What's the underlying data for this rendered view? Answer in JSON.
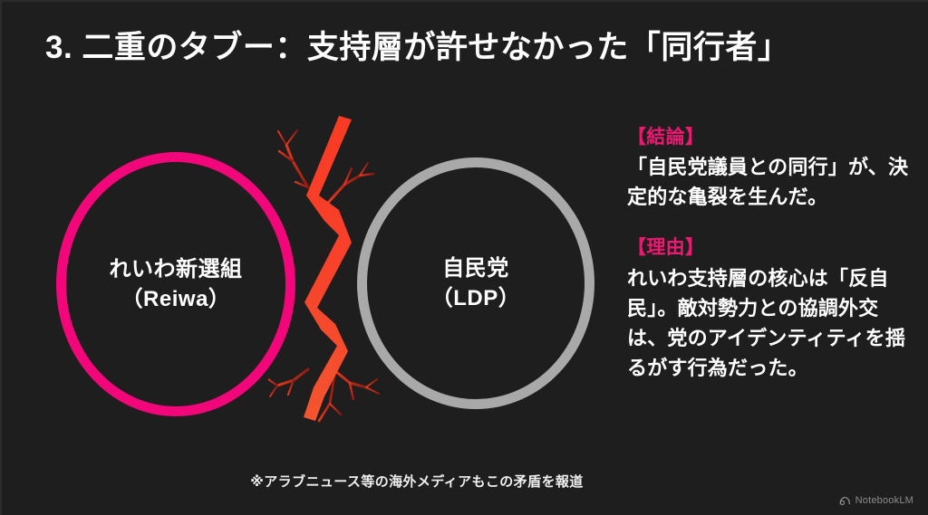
{
  "slide": {
    "background_color": "#1e1e1e",
    "title": "3. 二重のタブー：支持層が許せなかった「同行者」",
    "footnote": "※アラブニュース等の海外メディアもこの矛盾を報道"
  },
  "diagram": {
    "type": "two-circles-with-crack",
    "nodes": [
      {
        "id": "reiwa",
        "label_main": "れいわ新選組",
        "label_sub": "（Reiwa）",
        "color": "#f2067a",
        "shape": "circle-outline"
      },
      {
        "id": "ldp",
        "label_main": "自民党",
        "label_sub": "（LDP）",
        "color": "#a9a9a9",
        "shape": "circle-outline"
      }
    ],
    "separator": {
      "name": "crack",
      "description": "赤いひび割れ（決裂）",
      "color_top": "#f8402a",
      "color_bottom": "#f2502f",
      "branch_color": "#c42218"
    }
  },
  "notes": [
    {
      "heading": "【結論】",
      "heading_color": "#ea1a70",
      "body": "「自民党議員との同行」が、決定的な亀裂を生んだ。"
    },
    {
      "heading": "【理由】",
      "heading_color": "#ea1a70",
      "body": "れいわ支持層の核心は「反自民」。敵対勢力との協調外交は、党のアイデンティティを揺るがす行為だった。"
    }
  ],
  "watermark": {
    "icon": "notebooklm-logo-icon",
    "label": "NotebookLM"
  }
}
